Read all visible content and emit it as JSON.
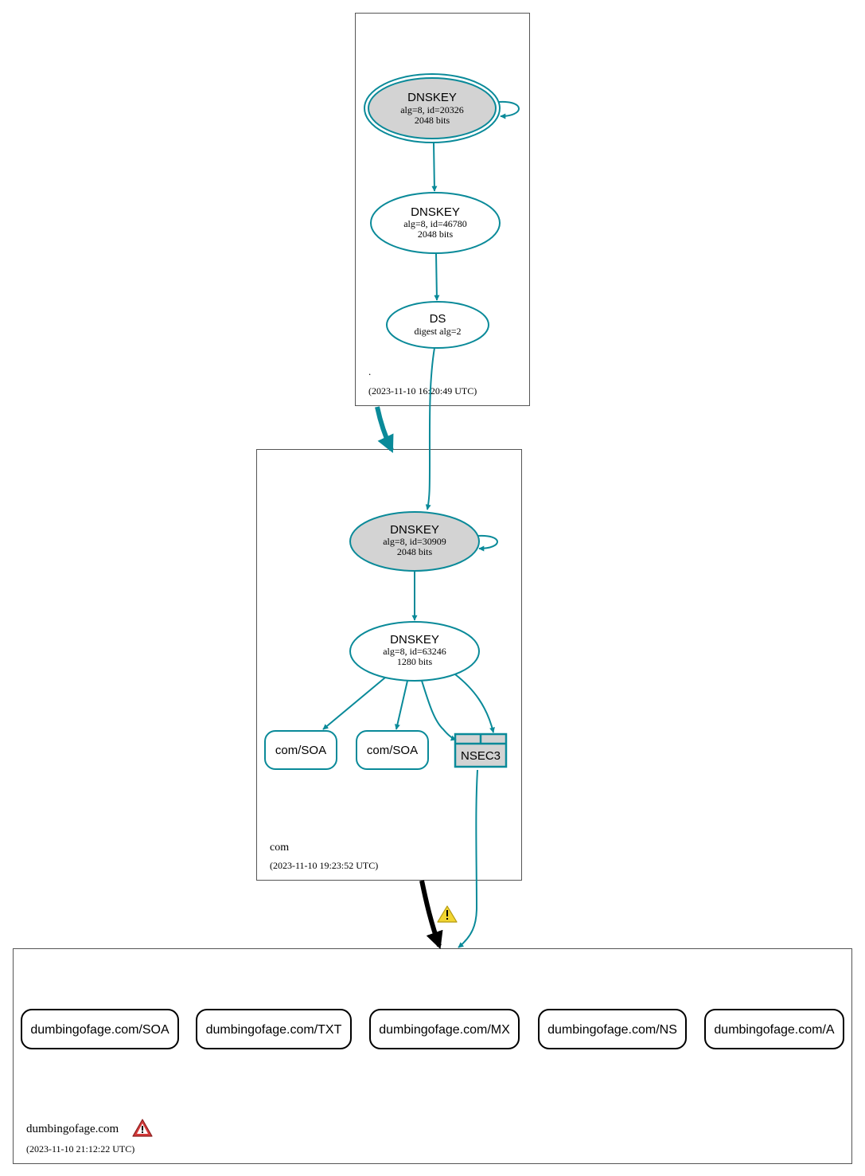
{
  "colors": {
    "secure": "#0a8a99",
    "insecure_delegation": "#000000",
    "ksk_fill": "#d3d3d3",
    "warning_yellow": "#f2d531",
    "error_red": "#d43a3a"
  },
  "zones": {
    "root": {
      "name": ".",
      "timestamp": "(2023-11-10 16:20:49 UTC)",
      "nodes": {
        "ksk": {
          "title": "DNSKEY",
          "line1": "alg=8, id=20326",
          "line2": "2048 bits"
        },
        "zsk": {
          "title": "DNSKEY",
          "line1": "alg=8, id=46780",
          "line2": "2048 bits"
        },
        "ds": {
          "title": "DS",
          "line1": "digest alg=2"
        }
      }
    },
    "com": {
      "name": "com",
      "timestamp": "(2023-11-10 19:23:52 UTC)",
      "nodes": {
        "ksk": {
          "title": "DNSKEY",
          "line1": "alg=8, id=30909",
          "line2": "2048 bits"
        },
        "zsk": {
          "title": "DNSKEY",
          "line1": "alg=8, id=63246",
          "line2": "1280 bits"
        },
        "soa1": {
          "label": "com/SOA"
        },
        "soa2": {
          "label": "com/SOA"
        },
        "nsec3": {
          "label": "NSEC3"
        }
      }
    },
    "domain": {
      "name": "dumbingofage.com",
      "timestamp": "(2023-11-10 21:12:22 UTC)",
      "records": [
        "dumbingofage.com/SOA",
        "dumbingofage.com/TXT",
        "dumbingofage.com/MX",
        "dumbingofage.com/NS",
        "dumbingofage.com/A"
      ]
    }
  },
  "icons": {
    "delegation_warning": "warning-triangle-icon",
    "zone_error": "error-triangle-icon"
  }
}
